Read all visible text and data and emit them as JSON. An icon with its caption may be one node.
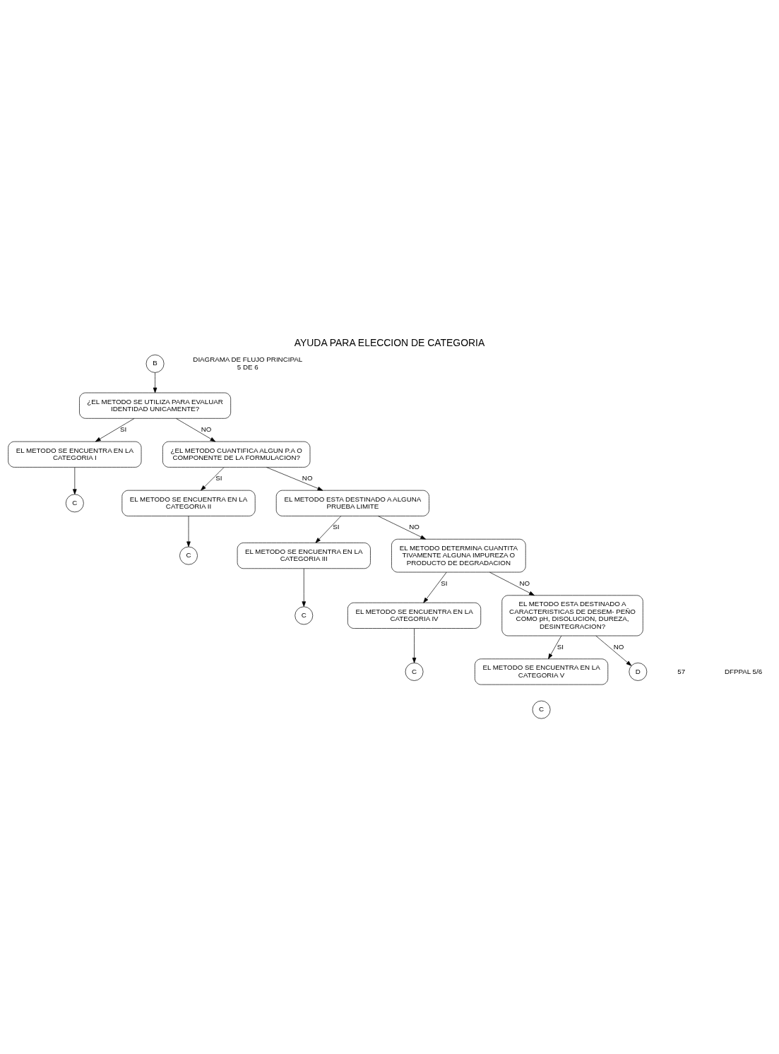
{
  "diagram": {
    "title": "AYUDA PARA ELECCION DE CATEGORIA",
    "nodes": [
      {
        "text": [
          "B"
        ]
      },
      {
        "text": [
          "¿EL METODO SE UTILIZA PARA EVALUAR IDENTIDAD UNICAMENTE?"
        ]
      },
      {
        "text": [
          "EL METODO SE ENCUENTRA EN LA CATEGORIA I"
        ]
      },
      {
        "text": [
          "C"
        ]
      },
      {
        "text": [
          "¿EL METODO CUANTIFICA ALGUN P.A O COMPONENTE DE LA FORMULACION?"
        ]
      },
      {
        "text": [
          "EL METODO SE ENCUENTRA EN LA CATEGORIA II"
        ]
      },
      {
        "text": [
          "C"
        ]
      },
      {
        "text": [
          "EL METODO ESTA DESTINADO A ALGUNA PRUEBA LIMITE"
        ]
      },
      {
        "text": [
          "EL METODO SE ENCUENTRA EN LA CATEGORIA III"
        ]
      },
      {
        "text": [
          "C"
        ]
      },
      {
        "text": [
          "EL METODO DETERMINA CUANTITA TIVAMENTE ALGUNA IMPUREZA O PRODUCTO DE DEGRADACION"
        ]
      },
      {
        "text": [
          "EL METODO SE ENCUENTRA EN LA CATEGORIA IV"
        ]
      },
      {
        "text": [
          "C"
        ]
      },
      {
        "text": [
          "EL METODO ESTA DESTINADO A CARACTERISTICAS DE DESEM- PEÑO COMO pH, DISOLUCION, DUREZA, DESINTEGRACION?"
        ]
      },
      {
        "text": [
          "EL METODO SE ENCUENTRA EN LA CATEGORIA V"
        ]
      },
      {
        "text": [
          "C"
        ]
      },
      {
        "text": [
          "D"
        ]
      }
    ],
    "edges": [
      {
        "from": 0,
        "to": 1,
        "arrow": "to"
      },
      {
        "from": 1,
        "to": 2,
        "arrow": "to",
        "label": "SI"
      },
      {
        "from": 2,
        "to": 3,
        "arrow": "to"
      },
      {
        "from": 1,
        "to": 4,
        "arrow": "to",
        "label": "NO"
      },
      {
        "from": 4,
        "to": 5,
        "arrow": "to",
        "label": "SI"
      },
      {
        "from": 5,
        "to": 6,
        "arrow": "to"
      },
      {
        "from": 4,
        "to": 7,
        "arrow": "to",
        "label": "NO"
      },
      {
        "from": 7,
        "to": 8,
        "arrow": "to",
        "label": "SI"
      },
      {
        "from": 8,
        "to": 9,
        "arrow": "to"
      },
      {
        "from": 7,
        "to": 10,
        "arrow": "to",
        "label": "NO"
      },
      {
        "from": 10,
        "to": 11,
        "arrow": "to",
        "label": "SI"
      },
      {
        "from": 11,
        "to": 12,
        "arrow": "to"
      },
      {
        "from": 10,
        "to": 13,
        "arrow": "to",
        "label": "NO"
      },
      {
        "from": 13,
        "to": 14,
        "arrow": "to",
        "label": "SI"
      },
      {
        "from": 13,
        "to": 16,
        "arrow": "to",
        "label": "NO"
      }
    ],
    "labels": [
      "DIAGRAMA DE FLUJO PRINCIPAL 5 DE 6",
      "57",
      "DFPPAL 5/6"
    ]
  }
}
